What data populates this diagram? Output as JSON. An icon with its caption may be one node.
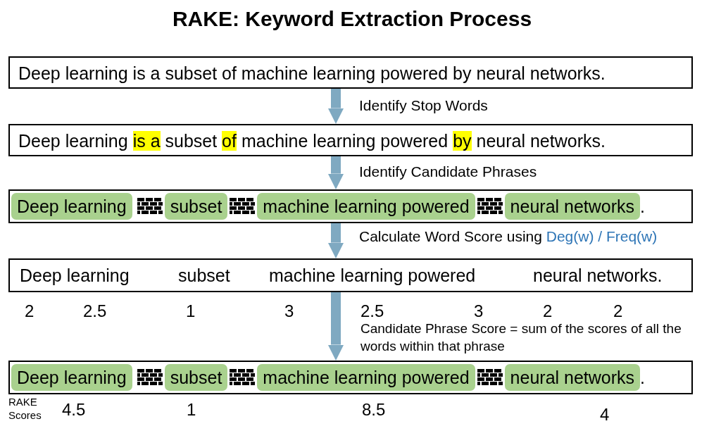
{
  "diagram": {
    "title": "RAKE: Keyword Extraction Process",
    "nodes": [
      {
        "text": [
          "Deep learning is a subset of machine learning powered by neural networks."
        ]
      },
      {
        "text": [
          "Deep learning is a subset of machine learning powered by neural networks."
        ]
      },
      {
        "text": [
          "."
        ]
      },
      {
        "text": [
          "Deep learning"
        ],
        "in": 2
      },
      {
        "text": [
          "subset"
        ],
        "in": 2
      },
      {
        "text": [
          "machine learning powered"
        ],
        "in": 2
      },
      {
        "text": [
          "neural networks"
        ],
        "in": 2
      },
      {
        "text": [
          "Deep learning",
          "subset",
          "machine learning powered",
          "neural networks."
        ]
      },
      {
        "text": [
          "."
        ]
      },
      {
        "text": [
          "Deep learning"
        ],
        "in": 8
      },
      {
        "text": [
          "subset"
        ],
        "in": 8
      },
      {
        "text": [
          "machine learning powered"
        ],
        "in": 8
      },
      {
        "text": [
          "neural networks"
        ],
        "in": 8
      }
    ],
    "edges": [
      {
        "from": 0,
        "to": 1,
        "arrow": "to",
        "label": "Identify Stop Words"
      },
      {
        "from": 1,
        "to": 2,
        "arrow": "to",
        "label": "Identify Candidate Phrases"
      },
      {
        "from": 2,
        "to": 7,
        "arrow": "to",
        "label": "Calculate Word Score using Deg(w) / Freq(w)"
      },
      {
        "from": 7,
        "to": 8,
        "arrow": "to",
        "label": "Candidate Phrase Score = sum of the scores of all the words within that phrase"
      }
    ],
    "labels": [
      "2",
      "2.5",
      "1",
      "3",
      "2.5",
      "3",
      "2",
      "2",
      "RAKE Scores",
      "4.5",
      "1",
      "8.5",
      "4"
    ]
  }
}
